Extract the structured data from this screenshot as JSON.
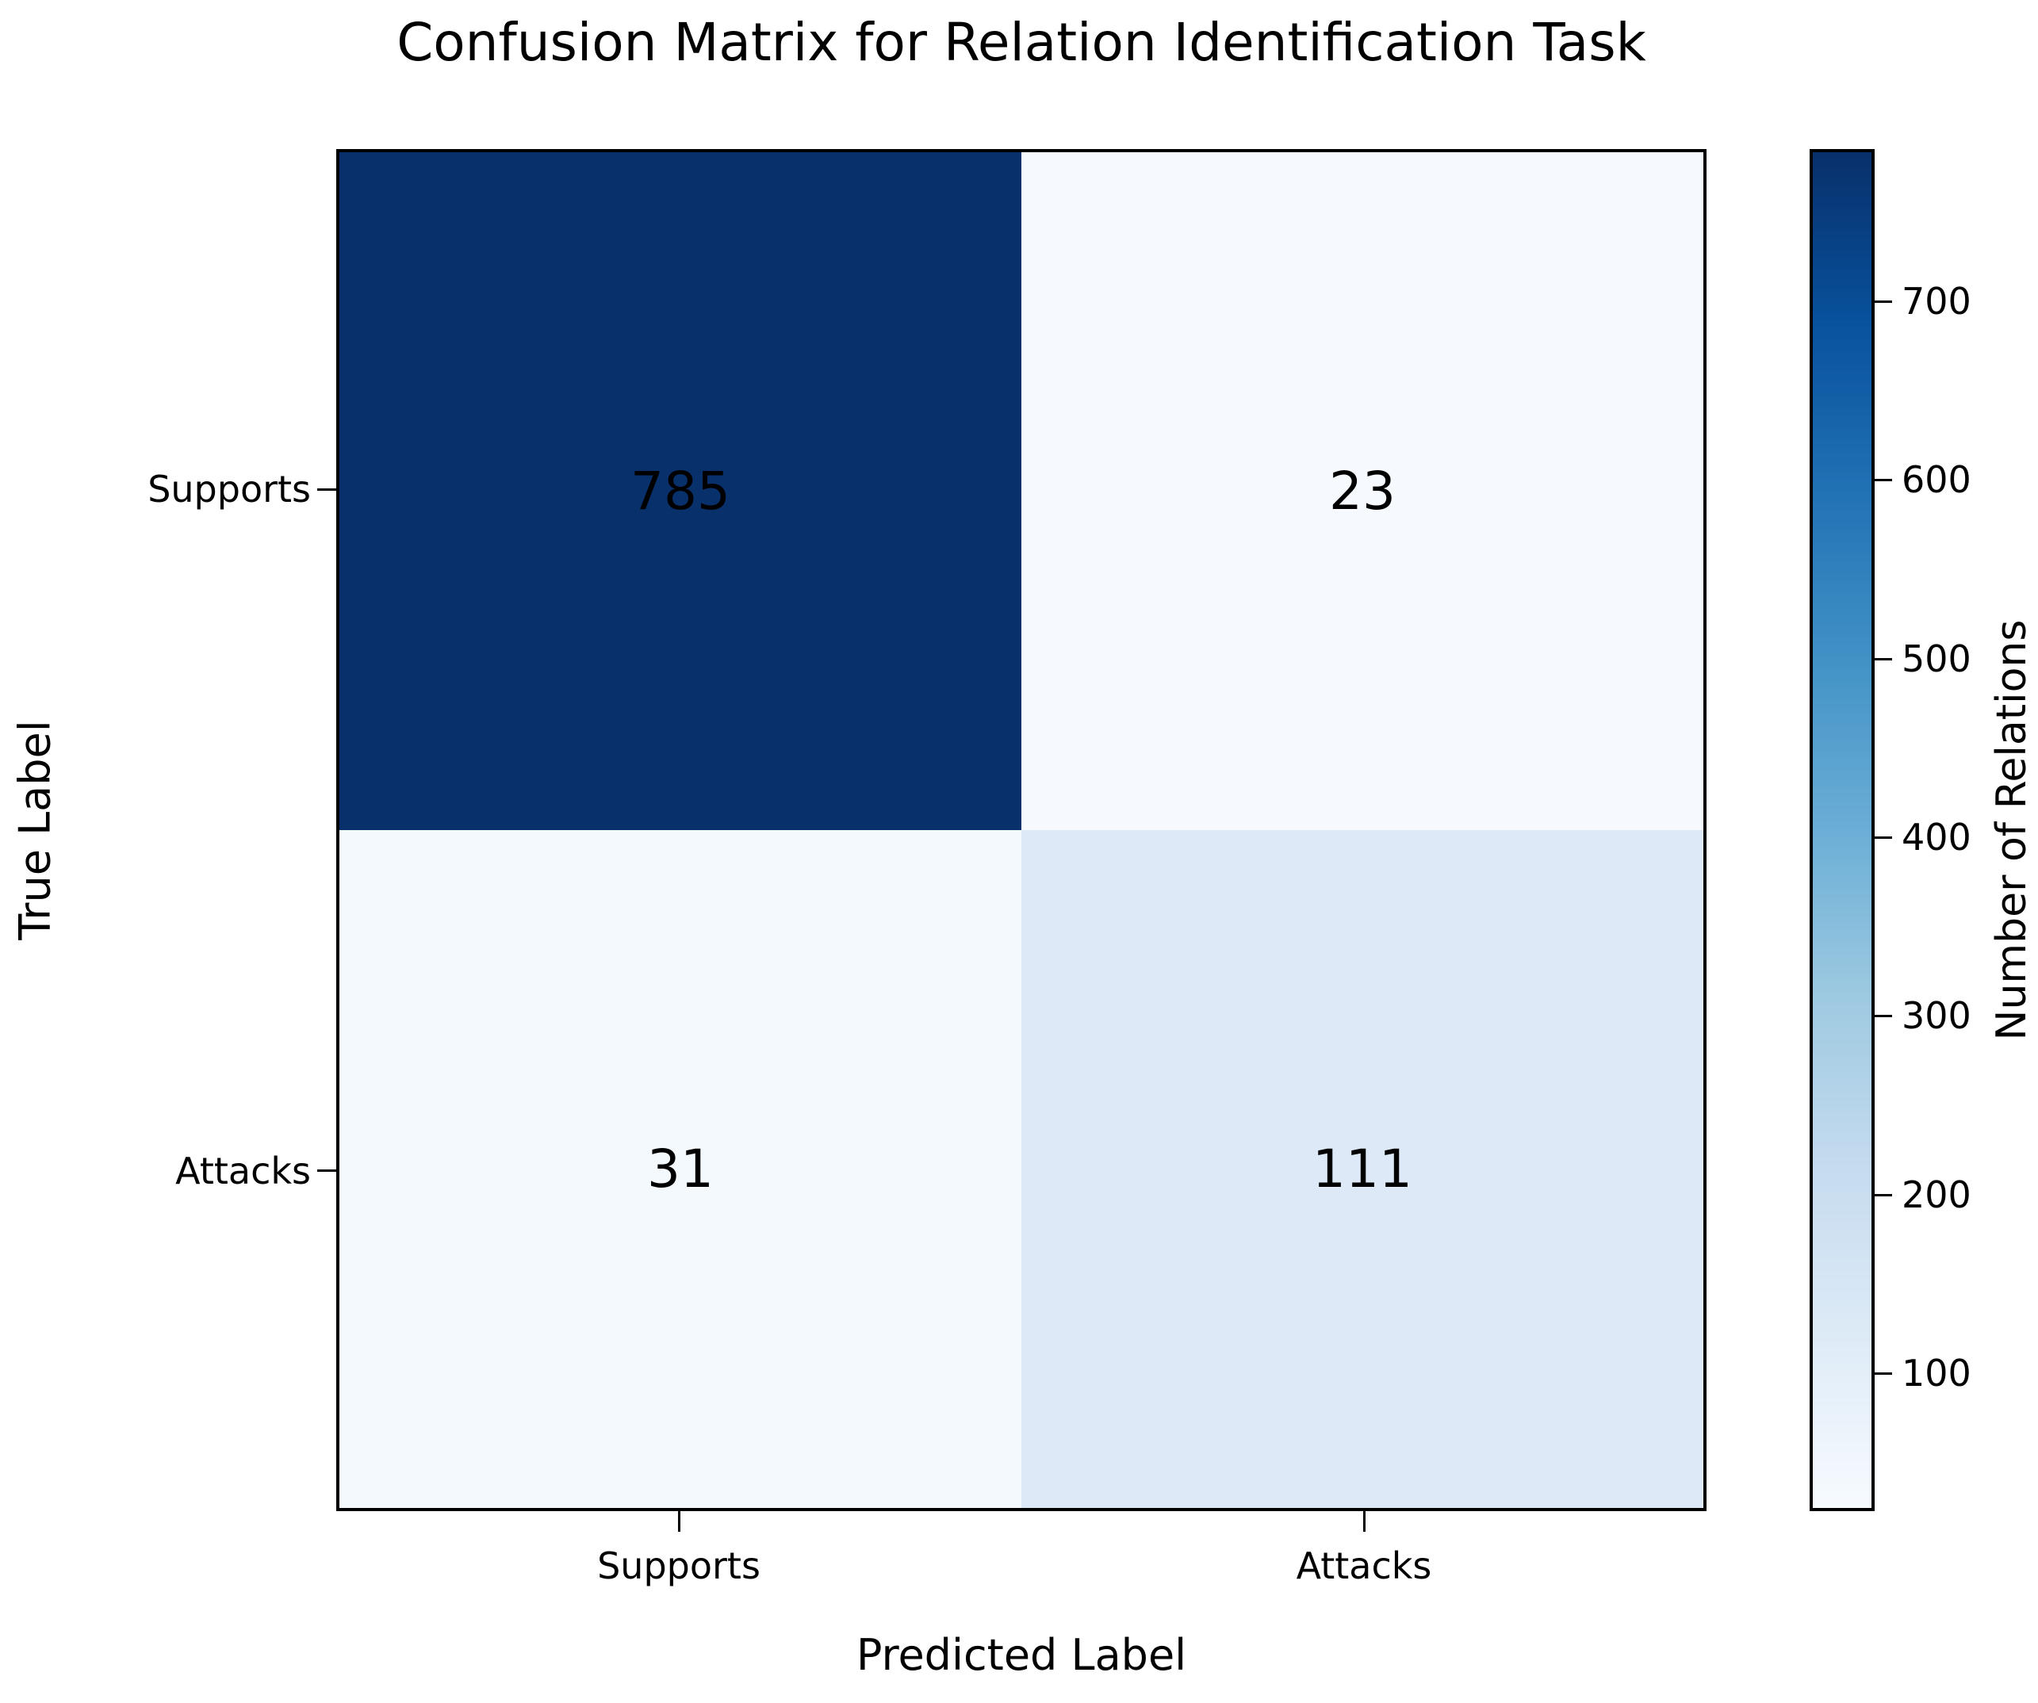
{
  "chart_data": {
    "type": "heatmap",
    "title": "Confusion Matrix for Relation Identification Task",
    "xlabel": "Predicted Label",
    "ylabel": "True Label",
    "x_categories": [
      "Supports",
      "Attacks"
    ],
    "y_categories": [
      "Supports",
      "Attacks"
    ],
    "matrix": [
      [
        785,
        23
      ],
      [
        31,
        111
      ]
    ],
    "cell_colors": [
      [
        "#08306b",
        "#f6fafe"
      ],
      [
        "#f4f9fd",
        "#dde9f6"
      ]
    ],
    "annotation_color": "#000000",
    "colormap": "Blues",
    "value_range": [
      23,
      785
    ],
    "grid": false,
    "colorbar": {
      "label": "Number of Relations",
      "position": "right",
      "ticks": [
        "700",
        "600",
        "500",
        "400",
        "300",
        "200",
        "100"
      ],
      "gradient_top": "#08306b",
      "gradient_bottom": "#f7fbff"
    }
  }
}
